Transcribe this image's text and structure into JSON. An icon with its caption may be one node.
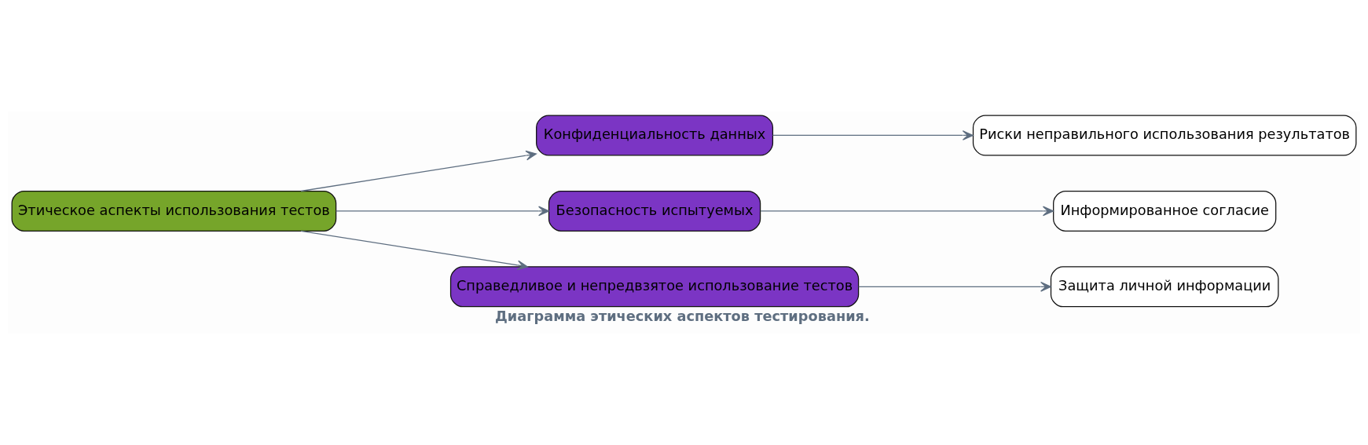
{
  "diagram": {
    "caption": "Диаграмма этических аспектов тестирования.",
    "nodes": [
      {
        "text": [
          "Этическое аспекты использования тестов"
        ]
      },
      {
        "text": [
          "Конфиденциальность данных"
        ]
      },
      {
        "text": [
          "Безопасность испытуемых"
        ]
      },
      {
        "text": [
          "Справедливое и непредвзятое использование тестов"
        ]
      },
      {
        "text": [
          "Риски неправильного использования результатов"
        ]
      },
      {
        "text": [
          "Информированное согласие"
        ]
      },
      {
        "text": [
          "Защита личной информации"
        ]
      }
    ],
    "edges": [
      {
        "from": 0,
        "to": 1,
        "arrow": "to"
      },
      {
        "from": 0,
        "to": 2,
        "arrow": "to"
      },
      {
        "from": 0,
        "to": 3,
        "arrow": "to"
      },
      {
        "from": 1,
        "to": 4,
        "arrow": "to"
      },
      {
        "from": 2,
        "to": 5,
        "arrow": "to"
      },
      {
        "from": 3,
        "to": 6,
        "arrow": "to"
      }
    ]
  }
}
